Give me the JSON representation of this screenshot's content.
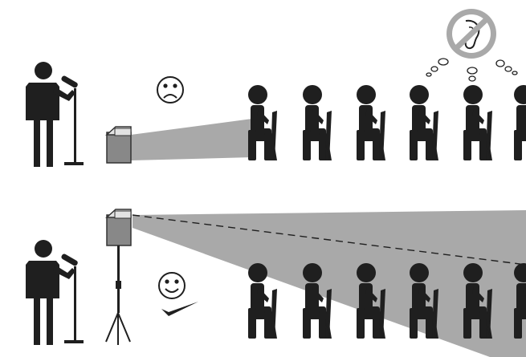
{
  "colors": {
    "figure": "#1f1f1f",
    "beam": "#a9a9a9",
    "speaker_light": "#e2e2e2",
    "speaker_dark": "#888888",
    "outline": "#333333",
    "background": "#ffffff"
  },
  "scenes": [
    {
      "id": "floor-speaker",
      "speaker_mount": "floor",
      "listener_count": 6,
      "reaction_icon": "sad-face-icon",
      "extras": [
        "no-hearing-icon",
        "thought-bubbles"
      ]
    },
    {
      "id": "tripod-speaker",
      "speaker_mount": "tripod",
      "listener_count": 6,
      "reaction_icon": "happy-face-icon",
      "extras": [
        "checkmark-icon",
        "dashed-sightline"
      ]
    }
  ]
}
